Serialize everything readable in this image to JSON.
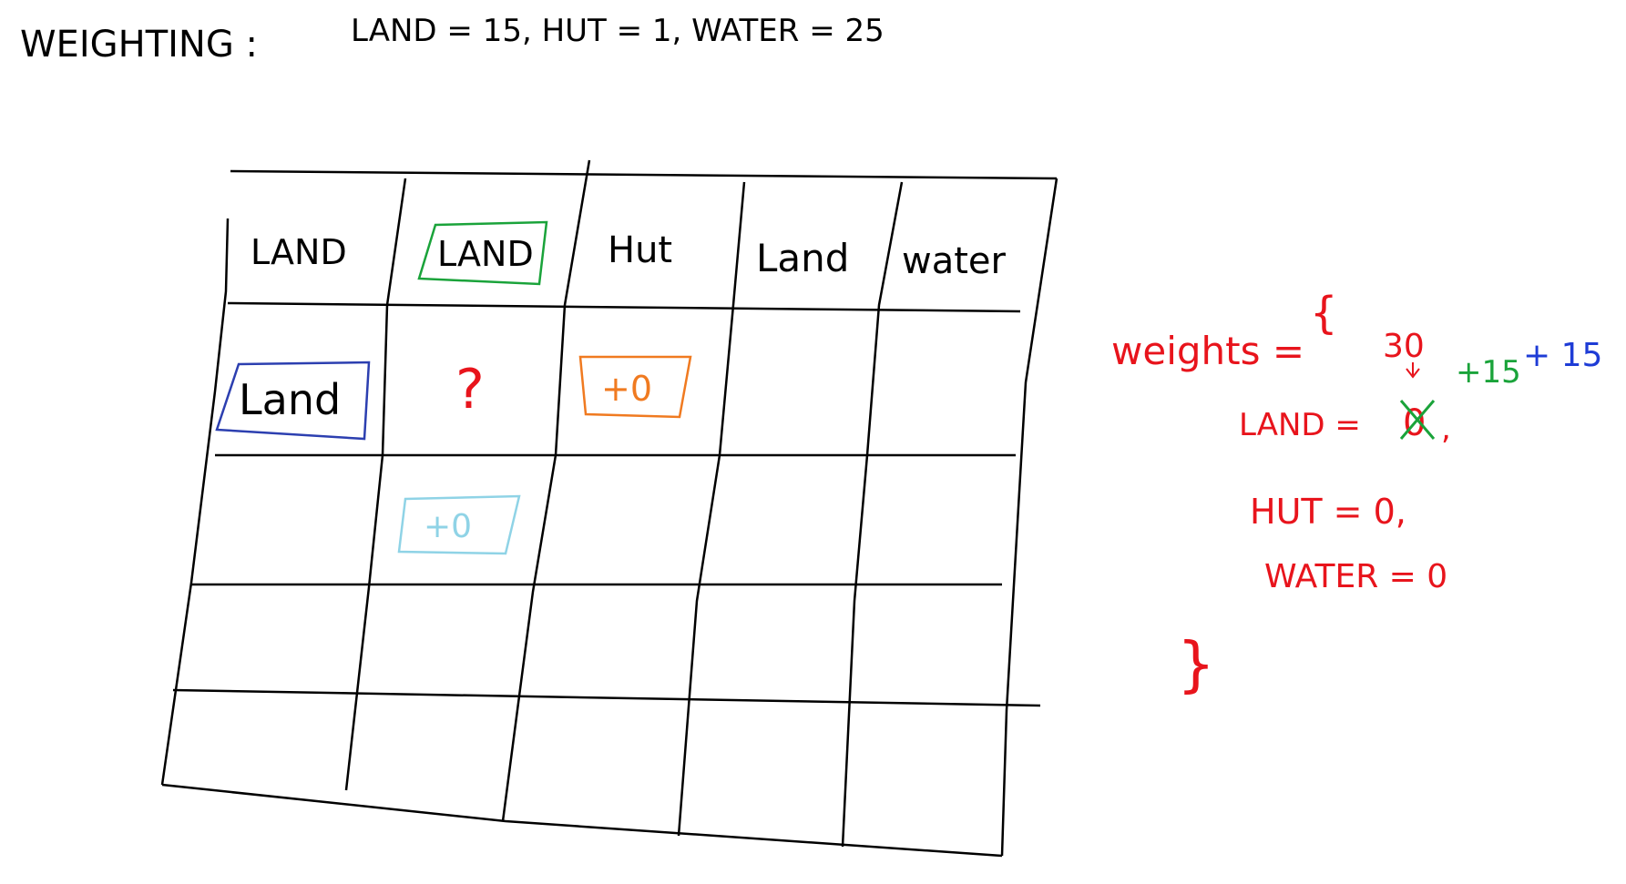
{
  "header": {
    "label": "WEIGHTING :",
    "formula": "LAND = 15, HUT = 1, WATER = 25"
  },
  "grid": {
    "header_row": [
      "LAND",
      "LAND",
      "Hut",
      "Land",
      "water"
    ],
    "row1": [
      "Land",
      "?",
      "+0",
      "",
      ""
    ],
    "row2": [
      "",
      "+0",
      "",
      "",
      ""
    ],
    "row3": [
      "",
      "",
      "",
      "",
      ""
    ],
    "row4": [
      "",
      "",
      "",
      "",
      ""
    ]
  },
  "weights": {
    "title": "weights =",
    "open_brace": "{",
    "close_brace": "}",
    "land_label": "LAND =",
    "land_old": "0",
    "land_old_suffix": ",",
    "land_new": "30",
    "land_adds_green": "+15",
    "land_adds_blue": "+ 15",
    "hut_line": "HUT = 0,",
    "water_line": "WATER = 0"
  },
  "colors": {
    "ink": "#000000",
    "red": "#e8141c",
    "green": "#1aa33a",
    "blue": "#2c3fb0",
    "orange": "#f07a20",
    "light_blue": "#8fd3e6",
    "blue_ink": "#1e3cd6"
  }
}
